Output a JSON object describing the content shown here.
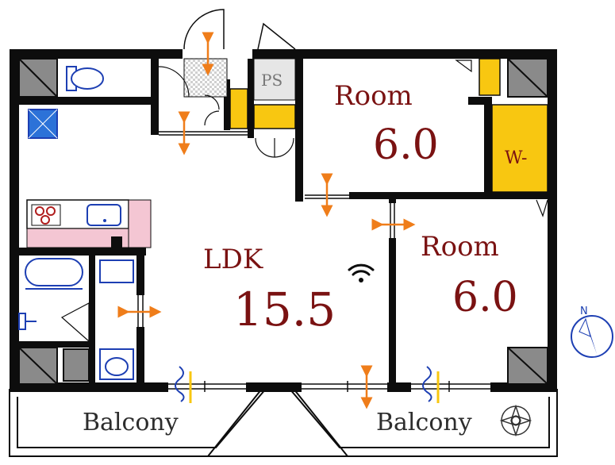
{
  "rooms": {
    "room_north": {
      "label": "Room",
      "size": "6.0"
    },
    "room_east": {
      "label": "Room",
      "size": "6.0"
    },
    "ldk": {
      "label": "LDK",
      "size": "15.5"
    },
    "ps": {
      "label": "PS"
    },
    "wic": {
      "label": "W-"
    },
    "balcony_left": {
      "label": "Balcony"
    },
    "balcony_right": {
      "label": "Balcony"
    }
  },
  "compass": {
    "letter": "N"
  },
  "icons": {
    "wifi": "wifi-icon",
    "aircon": "air-conditioner-icon",
    "compass": "north-compass-icon",
    "outdoor_unit": "outdoor-unit-icon"
  },
  "colors": {
    "wall": "#0d0d0d",
    "room_label": "#7a1212",
    "balcony_label": "#2d2d2d",
    "storage": "#f8c711",
    "door_arrow": "#ef7d1a",
    "fixture_blue": "#1d3fb3",
    "kitchen_pink": "#f4c6d3",
    "pillar_gray": "#8a8a8a"
  }
}
